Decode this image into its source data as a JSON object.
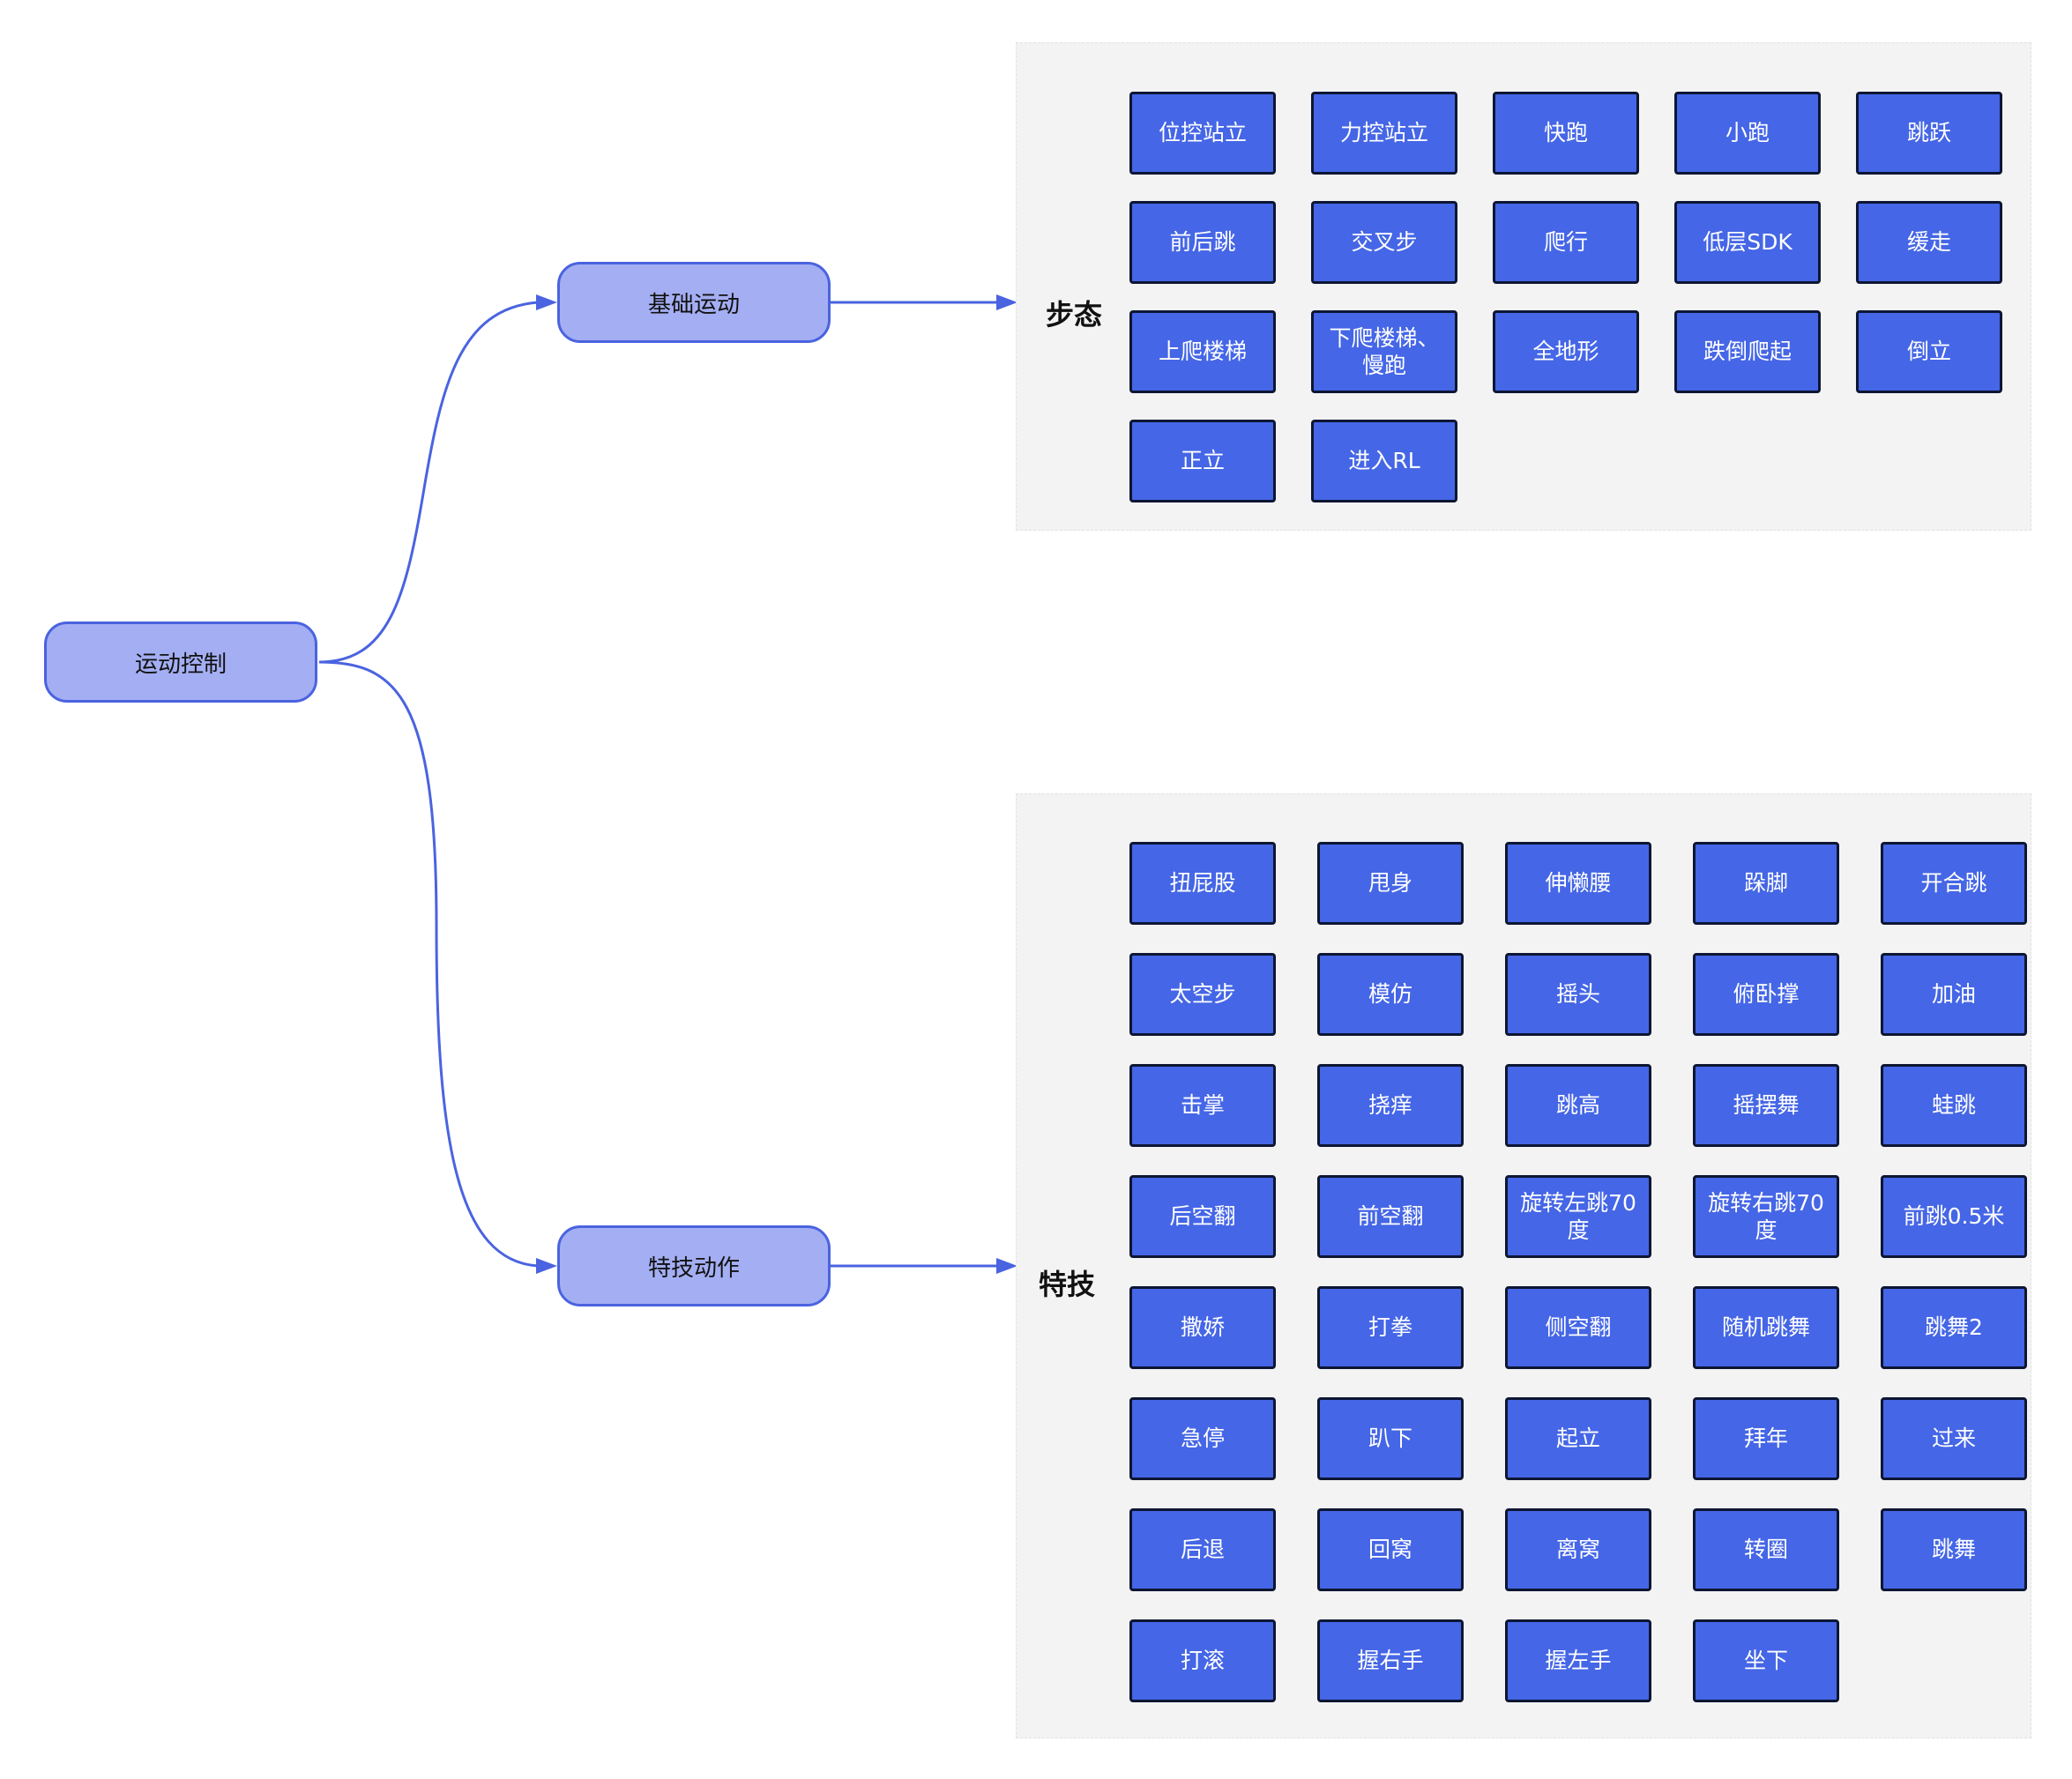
{
  "root": {
    "label": "运动控制"
  },
  "branches": [
    {
      "label": "基础运动",
      "group_label": "步态",
      "items": [
        "位控站立",
        "力控站立",
        "快跑",
        "小跑",
        "跳跃",
        "前后跳",
        "交叉步",
        "爬行",
        "低层SDK",
        "缓走",
        "上爬楼梯",
        "下爬楼梯、慢跑",
        "全地形",
        "跌倒爬起",
        "倒立",
        "正立",
        "进入RL"
      ]
    },
    {
      "label": "特技动作",
      "group_label": "特技",
      "items": [
        "扭屁股",
        "甩身",
        "伸懒腰",
        "跺脚",
        "开合跳",
        "太空步",
        "模仿",
        "摇头",
        "俯卧撑",
        "加油",
        "击掌",
        "挠痒",
        "跳高",
        "摇摆舞",
        "蛙跳",
        "后空翻",
        "前空翻",
        "旋转左跳70度",
        "旋转右跳70度",
        "前跳0.5米",
        "撒娇",
        "打拳",
        "侧空翻",
        "随机跳舞",
        "跳舞2",
        "急停",
        "趴下",
        "起立",
        "拜年",
        "过来",
        "后退",
        "回窝",
        "离窝",
        "转圈",
        "跳舞",
        "打滚",
        "握右手",
        "握左手",
        "坐下"
      ]
    }
  ],
  "colors": {
    "connector": "#4a63e0",
    "node_fill": "#a4aef2",
    "button_fill": "#4566e6",
    "panel_fill": "#f3f3f3"
  }
}
